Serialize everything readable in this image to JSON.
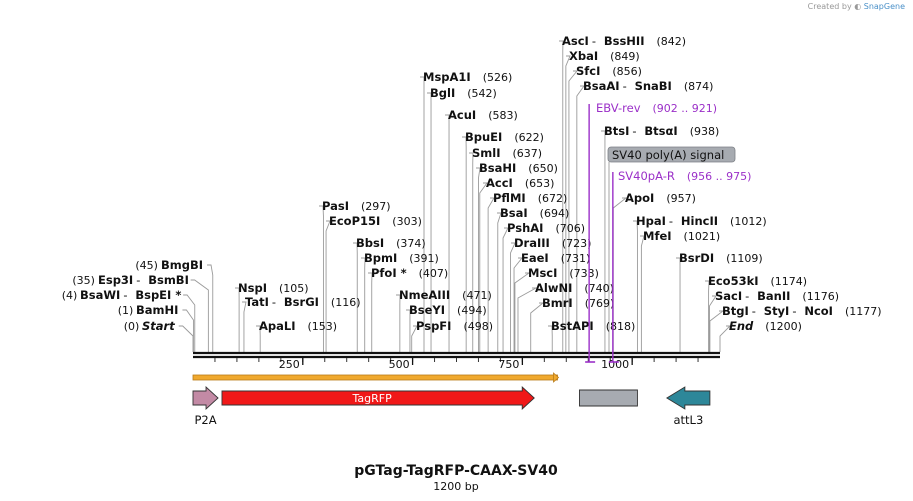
{
  "credit": {
    "prefix": "Created by",
    "brand": "SnapGene"
  },
  "title": "pGTag-TagRFP-CAAX-SV40",
  "length_label": "1200 bp",
  "ruler": [
    {
      "pos": 250,
      "label": "250"
    },
    {
      "pos": 500,
      "label": "500"
    },
    {
      "pos": 750,
      "label": "750"
    },
    {
      "pos": 1000,
      "label": "1000"
    }
  ],
  "sites": [
    {
      "pos": 0,
      "position": "(0)",
      "names": [
        "Start"
      ],
      "italic": true
    },
    {
      "pos": 1,
      "position": "(1)",
      "names": [
        "BamHI"
      ]
    },
    {
      "pos": 4,
      "position": "(4)",
      "names": [
        "BsaWI",
        "BspEI *"
      ]
    },
    {
      "pos": 35,
      "position": "(35)",
      "names": [
        "Esp3I",
        "BsmBI"
      ]
    },
    {
      "pos": 45,
      "position": "(45)",
      "names": [
        "BmgBI"
      ]
    },
    {
      "pos": 105,
      "position": "(105)",
      "names": [
        "NspI"
      ]
    },
    {
      "pos": 116,
      "position": "(116)",
      "names": [
        "TatI",
        "BsrGI"
      ]
    },
    {
      "pos": 153,
      "position": "(153)",
      "names": [
        "ApaLI"
      ]
    },
    {
      "pos": 297,
      "position": "(297)",
      "names": [
        "PasI"
      ]
    },
    {
      "pos": 303,
      "position": "(303)",
      "names": [
        "EcoP15I"
      ]
    },
    {
      "pos": 374,
      "position": "(374)",
      "names": [
        "BbsI"
      ]
    },
    {
      "pos": 391,
      "position": "(391)",
      "names": [
        "BpmI"
      ]
    },
    {
      "pos": 407,
      "position": "(407)",
      "names": [
        "PfoI *"
      ]
    },
    {
      "pos": 471,
      "position": "(471)",
      "names": [
        "NmeAIII"
      ]
    },
    {
      "pos": 494,
      "position": "(494)",
      "names": [
        "BseYI"
      ]
    },
    {
      "pos": 498,
      "position": "(498)",
      "names": [
        "PspFI"
      ]
    },
    {
      "pos": 526,
      "position": "(526)",
      "names": [
        "MspA1I"
      ]
    },
    {
      "pos": 542,
      "position": "(542)",
      "names": [
        "BglI"
      ]
    },
    {
      "pos": 583,
      "position": "(583)",
      "names": [
        "AcuI"
      ]
    },
    {
      "pos": 622,
      "position": "(622)",
      "names": [
        "BpuEI"
      ]
    },
    {
      "pos": 637,
      "position": "(637)",
      "names": [
        "SmlI"
      ]
    },
    {
      "pos": 650,
      "position": "(650)",
      "names": [
        "BsaHI"
      ]
    },
    {
      "pos": 653,
      "position": "(653)",
      "names": [
        "AccI"
      ]
    },
    {
      "pos": 672,
      "position": "(672)",
      "names": [
        "PflMI"
      ]
    },
    {
      "pos": 694,
      "position": "(694)",
      "names": [
        "BsaI"
      ]
    },
    {
      "pos": 706,
      "position": "(706)",
      "names": [
        "PshAI"
      ]
    },
    {
      "pos": 723,
      "position": "(723)",
      "names": [
        "DraIII"
      ]
    },
    {
      "pos": 731,
      "position": "(731)",
      "names": [
        "EaeI"
      ]
    },
    {
      "pos": 733,
      "position": "(733)",
      "names": [
        "MscI"
      ]
    },
    {
      "pos": 740,
      "position": "(740)",
      "names": [
        "AlwNI"
      ]
    },
    {
      "pos": 769,
      "position": "(769)",
      "names": [
        "BmrI"
      ]
    },
    {
      "pos": 818,
      "position": "(818)",
      "names": [
        "BstAPI"
      ]
    },
    {
      "pos": 842,
      "position": "(842)",
      "names": [
        "AscI",
        "BssHII"
      ]
    },
    {
      "pos": 849,
      "position": "(849)",
      "names": [
        "XbaI"
      ]
    },
    {
      "pos": 856,
      "position": "(856)",
      "names": [
        "SfcI"
      ]
    },
    {
      "pos": 874,
      "position": "(874)",
      "names": [
        "BsaAI",
        "SnaBI"
      ]
    },
    {
      "pos": 938,
      "position": "(938)",
      "names": [
        "BtsI",
        "BtsαI"
      ]
    },
    {
      "pos": 957,
      "position": "(957)",
      "names": [
        "ApoI"
      ]
    },
    {
      "pos": 1012,
      "position": "(1012)",
      "names": [
        "HpaI",
        "HincII"
      ]
    },
    {
      "pos": 1021,
      "position": "(1021)",
      "names": [
        "MfeI"
      ]
    },
    {
      "pos": 1109,
      "position": "(1109)",
      "names": [
        "BsrDI"
      ]
    },
    {
      "pos": 1174,
      "position": "(1174)",
      "names": [
        "Eco53kI"
      ]
    },
    {
      "pos": 1176,
      "position": "(1176)",
      "names": [
        "SacI",
        "BanII"
      ]
    },
    {
      "pos": 1177,
      "position": "(1177)",
      "names": [
        "BtgI",
        "StyI",
        "NcoI"
      ]
    },
    {
      "pos": 1200,
      "position": "(1200)",
      "names": [
        "End"
      ],
      "italic": true
    }
  ],
  "primers": [
    {
      "label": "EBV-rev",
      "range": "(902 .. 921)",
      "start": 902,
      "end": 921,
      "color": "#9b30c8"
    },
    {
      "label": "SV40pA-R",
      "range": "(956 .. 975)",
      "start": 956,
      "end": 975,
      "color": "#9b30c8"
    }
  ],
  "misc_feature": {
    "label": "SV40 poly(A) signal",
    "start": 880,
    "end": 1012,
    "color": "#a7abb1"
  },
  "orf": {
    "start": 0,
    "end": 830,
    "color": "#f0a92e"
  },
  "features": [
    {
      "label": "P2A",
      "start": 0,
      "end": 57,
      "direction": "right",
      "color": "#c38aa5"
    },
    {
      "label": "TagRFP",
      "start": 66,
      "end": 777,
      "direction": "right",
      "color": "#f01818",
      "label_inside": true
    },
    {
      "label": "",
      "start": 880,
      "end": 1012,
      "direction": "none",
      "color": "#a7abb1"
    },
    {
      "label": "attL3",
      "start": 1079,
      "end": 1177,
      "direction": "left",
      "color": "#2d8799"
    }
  ]
}
